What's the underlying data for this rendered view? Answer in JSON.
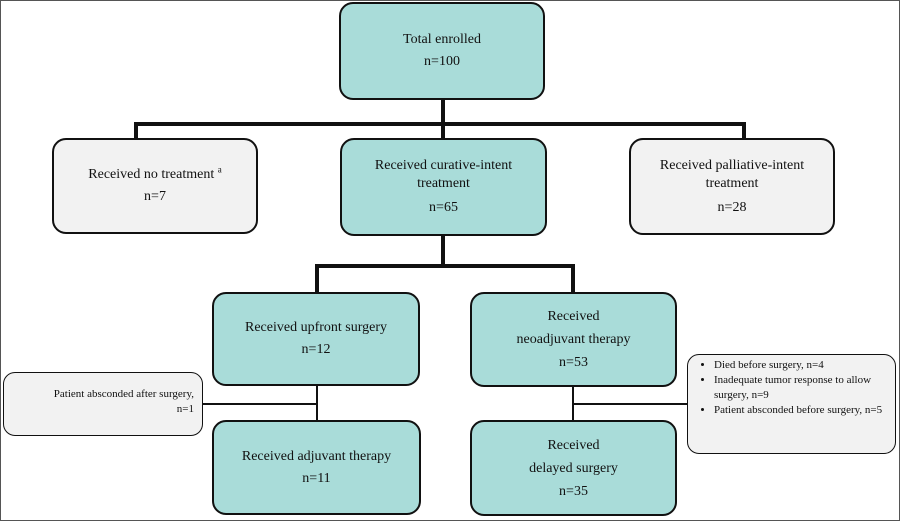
{
  "nodes": {
    "total": {
      "title": "Total enrolled",
      "count": "n=100"
    },
    "no_treatment": {
      "title": "Received no treatment",
      "superscript": "a",
      "count": "n=7"
    },
    "curative": {
      "title_line1": "Received curative-intent",
      "title_line2": "treatment",
      "count": "n=65"
    },
    "palliative": {
      "title_line1": "Received palliative-intent",
      "title_line2": "treatment",
      "count": "n=28"
    },
    "upfront_surgery": {
      "title": "Received upfront surgery",
      "count": "n=12"
    },
    "neoadjuvant": {
      "title_line1": "Received",
      "title_line2": "neoadjuvant therapy",
      "count": "n=53"
    },
    "adjuvant": {
      "title": "Received adjuvant therapy",
      "count": "n=11"
    },
    "delayed_surgery": {
      "title_line1": "Received",
      "title_line2": "delayed surgery",
      "count": "n=35"
    }
  },
  "notes": {
    "absconded_after": {
      "line1": "Patient absconded after surgery,",
      "line2": "n=1"
    },
    "neoadjuvant_exclusions": [
      "Died before surgery, n=4",
      "Inadequate tumor response to allow surgery, n=9",
      "Patient absconded before surgery, n=5"
    ]
  }
}
